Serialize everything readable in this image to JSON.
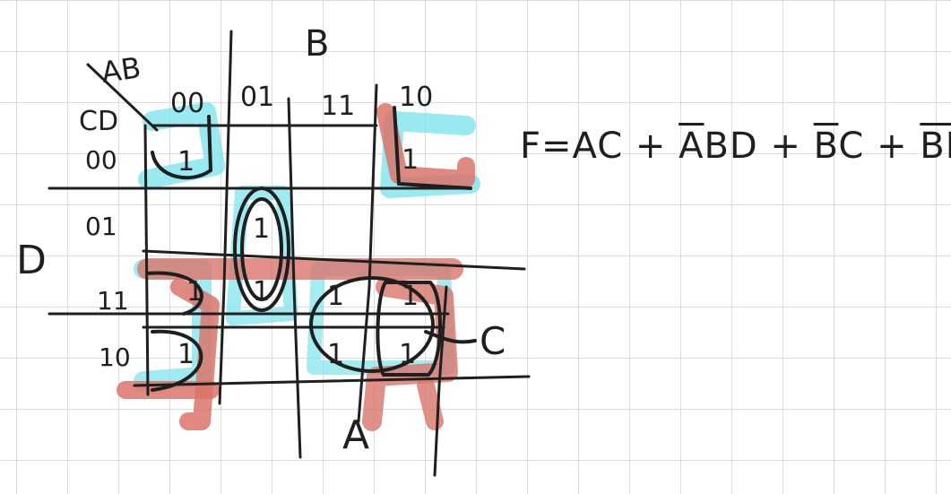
{
  "kmap": {
    "row_var": "CD",
    "col_var": "AB",
    "col_labels": [
      "00",
      "01",
      "11",
      "10"
    ],
    "row_labels": [
      "00",
      "01",
      "11",
      "10"
    ],
    "side_labels": {
      "top": "B",
      "left": "D",
      "right": "C",
      "bottom": "A"
    },
    "cell_value": "1"
  },
  "equation": {
    "lhs": "F",
    "eq": "=",
    "terms": [
      {
        "text": "AC",
        "bars": ""
      },
      {
        "op": "+"
      },
      {
        "text": "A",
        "bar": true
      },
      {
        "text": "BD",
        "bar": false
      },
      {
        "op": "+"
      },
      {
        "text": "B",
        "bar": true
      },
      {
        "text": "C",
        "bar": false
      },
      {
        "op": "+"
      },
      {
        "text": "BD",
        "bar": true
      }
    ]
  },
  "colors": {
    "ink": "#1f1f1f",
    "highlight_cyan": "#7fe4ec",
    "highlight_red": "#d9746a",
    "grid": "#dcdcdc"
  }
}
